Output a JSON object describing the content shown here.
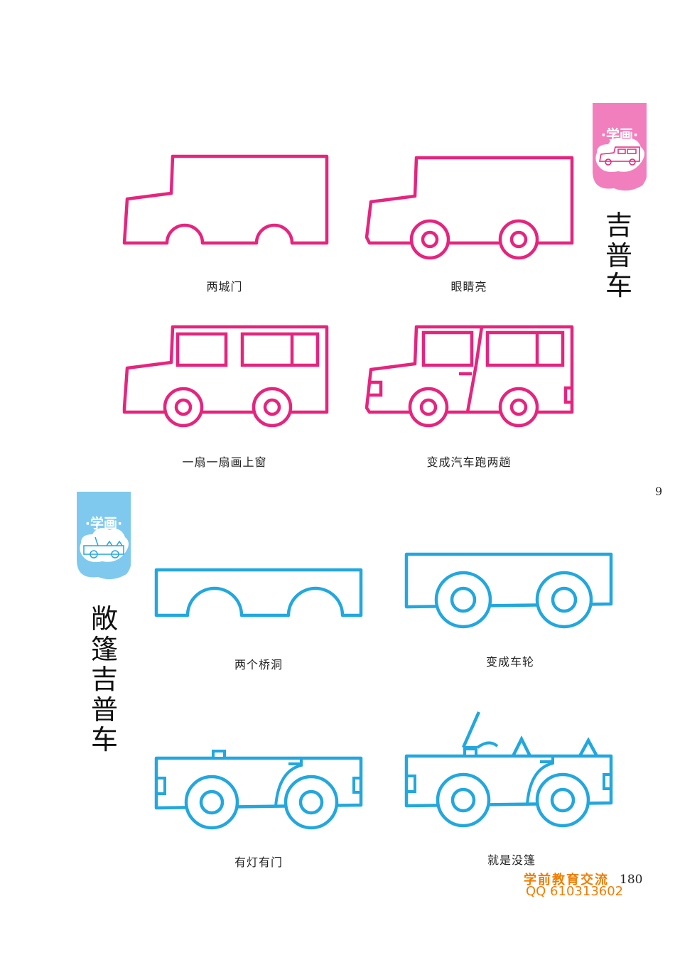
{
  "section_top": {
    "badge_label": "·学画·",
    "title_chars": [
      "吉",
      "普",
      "车"
    ],
    "color": "#e6247e",
    "badge_color": "#f27fbd",
    "steps": [
      {
        "caption": "两城门"
      },
      {
        "caption": "眼睛亮"
      },
      {
        "caption": "一扇一扇画上窗"
      },
      {
        "caption": "变成汽车跑两趟"
      }
    ]
  },
  "section_bottom": {
    "badge_label": "·学画·",
    "title_chars": [
      "敞",
      "篷",
      "吉",
      "普",
      "车"
    ],
    "color": "#22a7de",
    "badge_color": "#7fc9ee",
    "steps": [
      {
        "caption": "两个桥洞"
      },
      {
        "caption": "变成车轮"
      },
      {
        "caption": "有灯有门"
      },
      {
        "caption": "就是没篷"
      }
    ]
  },
  "side_page_number": "9",
  "page_number": "180",
  "watermark": {
    "line1": "学前教育交流",
    "line2": "QQ 610313602",
    "color": "#f07d00"
  }
}
